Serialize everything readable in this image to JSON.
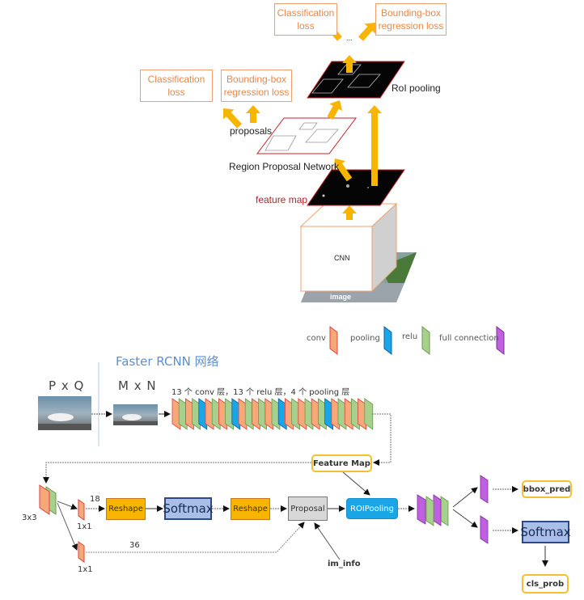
{
  "top_diagram": {
    "roi_loss_cls": "Classification\nloss",
    "roi_loss_cls_l1": "Classification",
    "roi_loss_cls_l2": "loss",
    "roi_loss_bbox_l1": "Bounding-box",
    "roi_loss_bbox_l2": "regression loss",
    "rpn_loss_cls_l1": "Classification",
    "rpn_loss_cls_l2": "loss",
    "rpn_loss_bbox_l1": "Bounding-box",
    "rpn_loss_bbox_l2": "regression loss",
    "ellipsis": "...",
    "roi_pooling": "RoI pooling",
    "proposals": "proposals",
    "rpn": "Region Proposal Network",
    "feature_map": "feature map",
    "cnn": "CNN",
    "image": "image"
  },
  "legend": {
    "items": [
      {
        "label": "conv",
        "color": "#f7a878"
      },
      {
        "label": "pooling",
        "color": "#1aa6e6"
      },
      {
        "label": "relu",
        "color": "#a8d08d"
      },
      {
        "label": "full connection",
        "color": "#c060e0"
      }
    ]
  },
  "bottom_diagram": {
    "title": "Faster RCNN 网络",
    "input_size": "P x Q",
    "resized_size": "M x N",
    "backbone_caption": "13 个 conv 层，13 个 relu 层，4 个 pooling 层",
    "backbone_layers": [
      "conv",
      "relu",
      "conv",
      "relu",
      "pool",
      "conv",
      "relu",
      "conv",
      "relu",
      "pool",
      "conv",
      "relu",
      "conv",
      "relu",
      "conv",
      "relu",
      "pool",
      "conv",
      "relu",
      "conv",
      "relu",
      "conv",
      "relu",
      "pool",
      "conv",
      "relu",
      "conv",
      "relu",
      "conv",
      "relu"
    ],
    "feature_map": "Feature Map",
    "conv3x3": "3x3",
    "conv1x1_a": "1x1",
    "conv1x1_b": "1x1",
    "ch18": "18",
    "ch36": "36",
    "reshape1": "Reshape",
    "softmax1": "Softmax",
    "reshape2": "Reshape",
    "proposal": "Proposal",
    "roipooling": "ROIPooling",
    "im_info": "im_info",
    "bbox_pred": "bbox_pred",
    "softmax2": "Softmax",
    "cls_prob": "cls_prob"
  },
  "colors": {
    "arrow_yellow": "#f7b500",
    "loss_orange": "#e8884a",
    "feature_red": "#b8202a",
    "conv": "#f7a878",
    "relu": "#a8d08d",
    "pool": "#1aa6e6",
    "fc": "#c060e0"
  }
}
